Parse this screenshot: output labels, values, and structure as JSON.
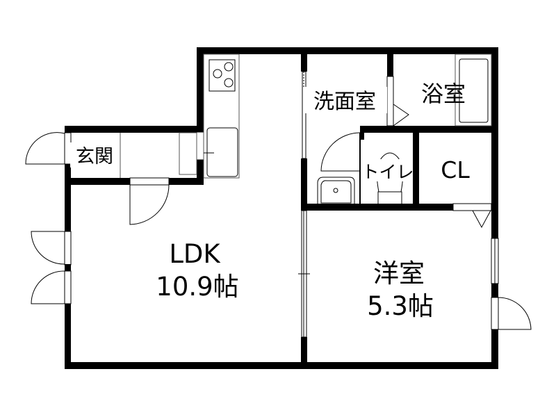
{
  "floorplan": {
    "rooms": {
      "ldk": {
        "name": "LDK",
        "size": "10.9帖"
      },
      "western": {
        "name": "洋室",
        "size": "5.3帖"
      },
      "entrance": {
        "name": "玄関"
      },
      "washroom": {
        "name": "洗面室"
      },
      "bathroom": {
        "name": "浴室"
      },
      "toilet": {
        "name": "トイレ"
      },
      "closet": {
        "name": "CL"
      }
    },
    "colors": {
      "wall": "#000000",
      "background": "#ffffff"
    }
  }
}
